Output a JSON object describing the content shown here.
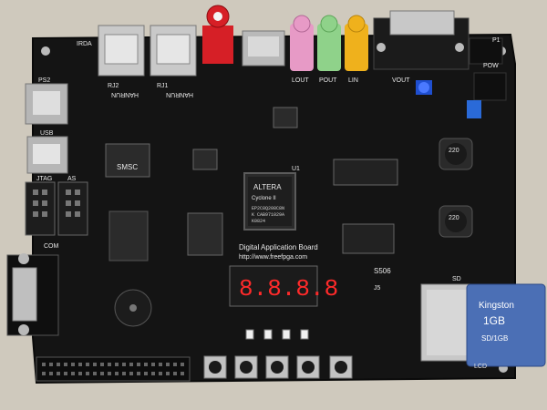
{
  "image": {
    "description_text": {
      "board_title": "Digital Application Board",
      "board_url": "http://www.freefpga.com",
      "fpga_brand": "ALTERA",
      "fpga_family": "Cyclone II",
      "fpga_part_lines": [
        "EP2C8Q208C8N",
        "K CAB971029A",
        "K0824"
      ],
      "u1_label": "U1",
      "seven_seg_value": "8.8.8.8",
      "sd_label": "SD",
      "sd_card_brand": "Kingston",
      "sd_card_size": "1GB",
      "sd_card_text": "SD/1GB",
      "vout_label": "VOUT",
      "lout_label": "LOUT",
      "pout_label": "POUT",
      "lin_label": "LIN",
      "pow_label": "POW",
      "irda_label": "IRDA",
      "ps2_label": "PS2",
      "usb_label": "USB",
      "jtag_label": "JTAG",
      "as_label": "AS",
      "com_label": "COM",
      "rj2_label": "RJ2",
      "rj1_label": "RJ1",
      "p1_label": "P1",
      "inductor_1": "220",
      "inductor_2": "220",
      "lcd_label": "LCD",
      "smsc_label": "SMSC",
      "hanrun_label": "HANRUN",
      "s506_label": "S506",
      "js_label": "J5"
    },
    "colors": {
      "background": "#cfc9bd",
      "pcb": "#161616",
      "silkscreen": "#e8e8e8",
      "red_rca": "#d61f26",
      "pink_jack": "#e79ac6",
      "green_jack": "#8fd28a",
      "yellow_jack": "#efb11c",
      "blue_pot": "#1f4fd0",
      "seg_red": "#ff2a2a",
      "sd_card": "#4b6fb5"
    }
  }
}
